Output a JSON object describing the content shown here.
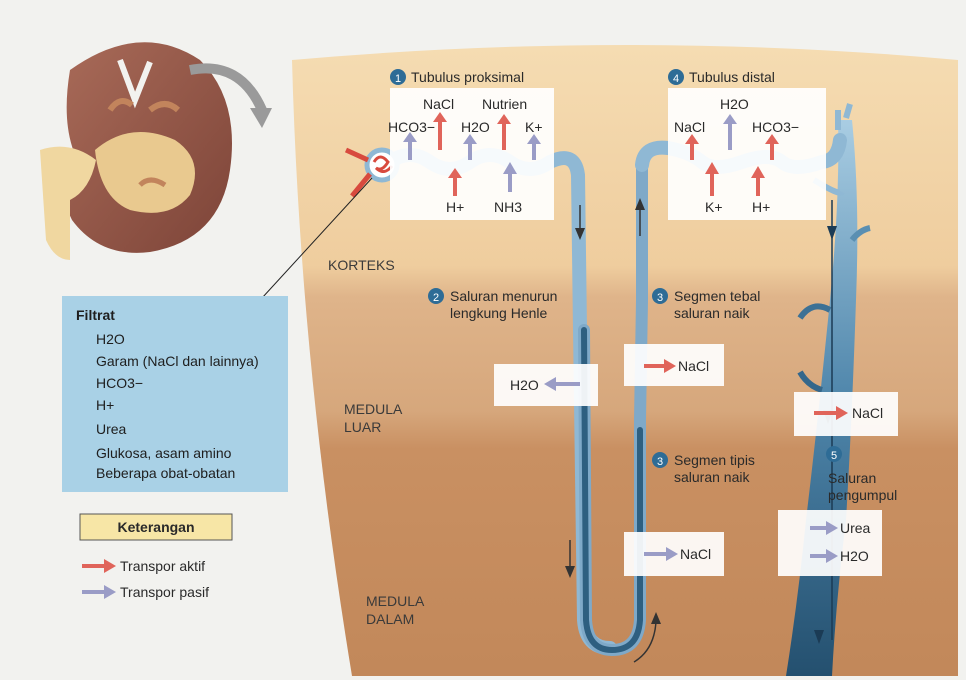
{
  "zones": {
    "cortex": "KORTEKS",
    "outer_medulla": [
      "MEDULA",
      "LUAR"
    ],
    "inner_medulla": [
      "MEDULA",
      "DALAM"
    ]
  },
  "sections": {
    "proximal": {
      "num": "1",
      "title": "Tubulus proksimal"
    },
    "descending": {
      "num": "2",
      "title": [
        "Saluran menurun",
        "lengkung Henle"
      ]
    },
    "thick_ascending": {
      "num": "3",
      "title": [
        "Segmen tebal",
        "saluran naik"
      ]
    },
    "thin_ascending": {
      "num": "3",
      "title": [
        "Segmen tipis",
        "saluran naik"
      ]
    },
    "distal": {
      "num": "4",
      "title": "Tubulus distal"
    },
    "collecting": {
      "num": "5",
      "title": [
        "Saluran",
        "pengumpul"
      ]
    }
  },
  "proximal_ions": {
    "out": [
      "HCO3−",
      "NaCl",
      "H2O",
      "Nutrien",
      "K+"
    ],
    "in": [
      "H+",
      "NH3"
    ]
  },
  "distal_ions": {
    "out": [
      "NaCl",
      "H2O",
      "HCO3−"
    ],
    "in": [
      "K+",
      "H+"
    ]
  },
  "boxes": {
    "descending_h2o": "H2O",
    "thick_nacl": "NaCl",
    "thin_nacl": "NaCl",
    "collect_nacl": "NaCl",
    "collect_urea": "Urea",
    "collect_h2o": "H2O"
  },
  "filtrate": {
    "title": "Filtrat",
    "items": [
      "H2O",
      "Garam (NaCl dan lainnya)",
      "HCO3−",
      "H+",
      "Urea",
      "Glukosa, asam amino",
      "Beberapa obat-obatan"
    ]
  },
  "legend": {
    "title": "Keterangan",
    "active": "Transpor aktif",
    "passive": "Transpor pasif"
  },
  "colors": {
    "active": "#e0645a",
    "passive": "#9a9cc6",
    "tubule": "#8fb8d4",
    "tubule_dark": "#2e5f80",
    "cortex": "#f3d4a6",
    "outer_medulla": "#dcae82",
    "inner_medulla": "#c58a5a"
  }
}
